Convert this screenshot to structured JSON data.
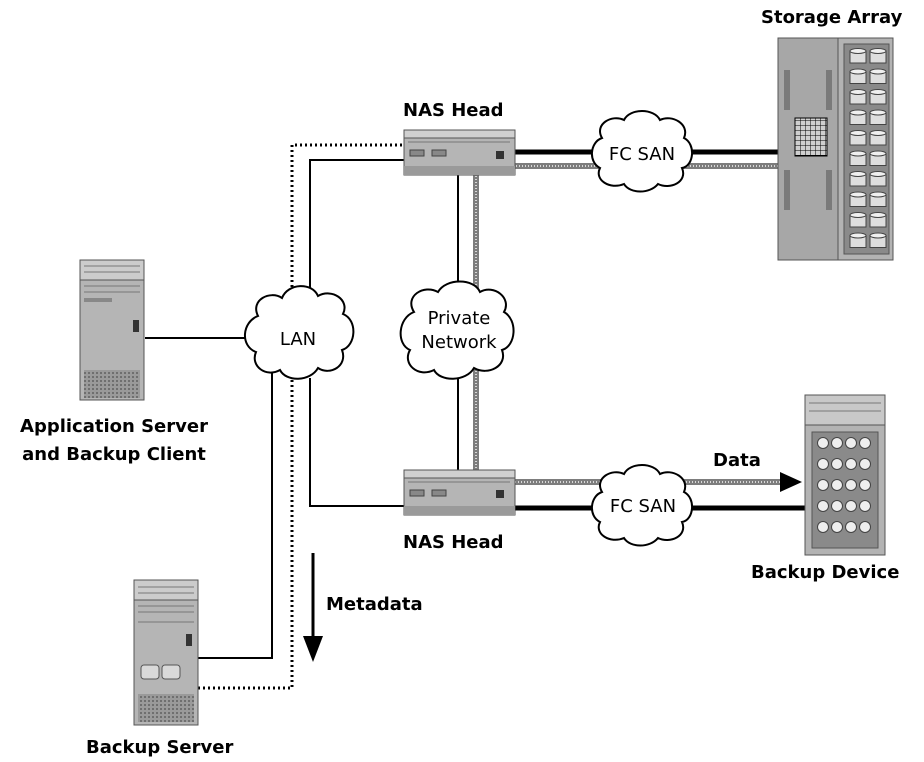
{
  "labels": {
    "storage_array": "Storage Array",
    "nas_head_top": "NAS Head",
    "nas_head_bottom": "NAS Head",
    "app_server_line1": "Application Server",
    "app_server_line2": "and Backup Client",
    "backup_server": "Backup Server",
    "backup_device": "Backup Device",
    "metadata": "Metadata",
    "data": "Data"
  },
  "clouds": {
    "lan": "LAN",
    "private_network_line1": "Private",
    "private_network_line2": "Network",
    "fc_san_top": "FC SAN",
    "fc_san_bottom": "FC SAN"
  },
  "colors": {
    "device_body": "#b3b3b3",
    "device_dark": "#8f8f8f",
    "cable": "#000000",
    "data_path": "#8c8c8c"
  }
}
